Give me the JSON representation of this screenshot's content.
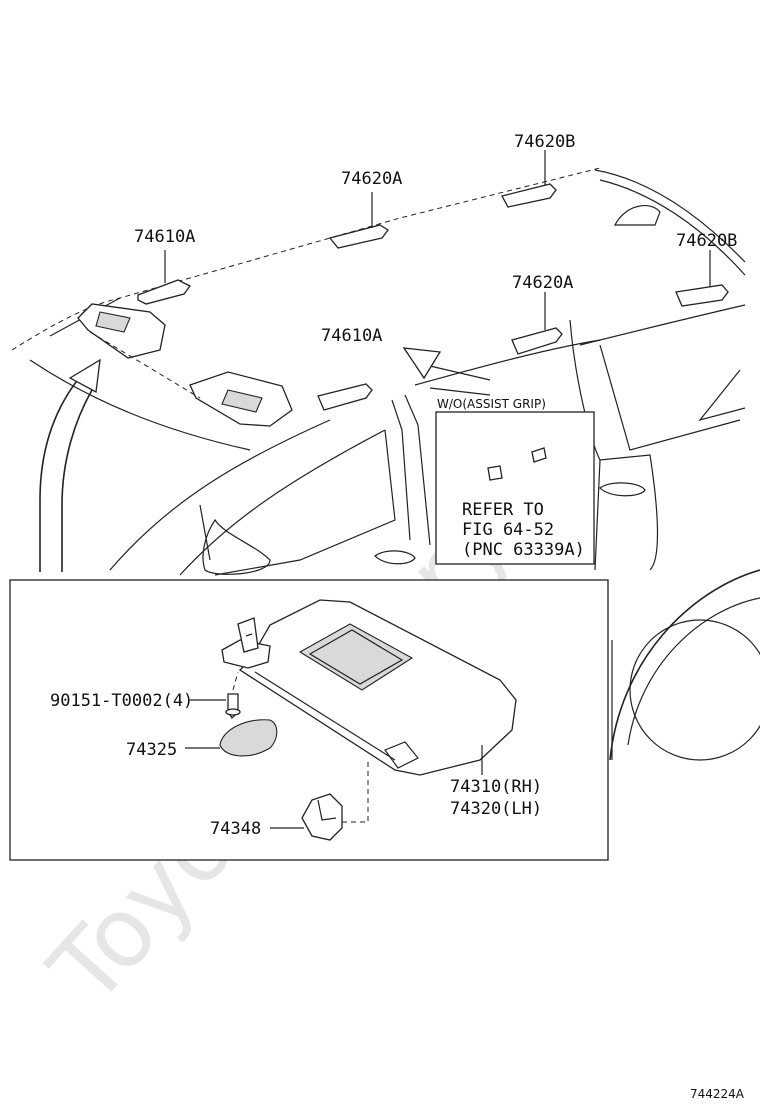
{
  "watermark": "ToyotaCamry.ru",
  "figure_id": "744224A",
  "labels": {
    "grip_74620b_top": "74620B",
    "grip_74620a_top": "74620A",
    "grip_74610a_left": "74610A",
    "grip_74620b_right": "74620B",
    "grip_74620a_mid": "74620A",
    "grip_74610a_mid": "74610A",
    "screw": "90151-T0002(4)",
    "cover": "74325",
    "holder": "74348",
    "visor_rh": "74310(RH)",
    "visor_lh": "74320(LH)"
  },
  "inset": {
    "title": "W/O(ASSIST GRIP)",
    "refer_line1": "REFER TO",
    "refer_line2": "FIG 64-52",
    "refer_line3": "(PNC 63339A)"
  }
}
